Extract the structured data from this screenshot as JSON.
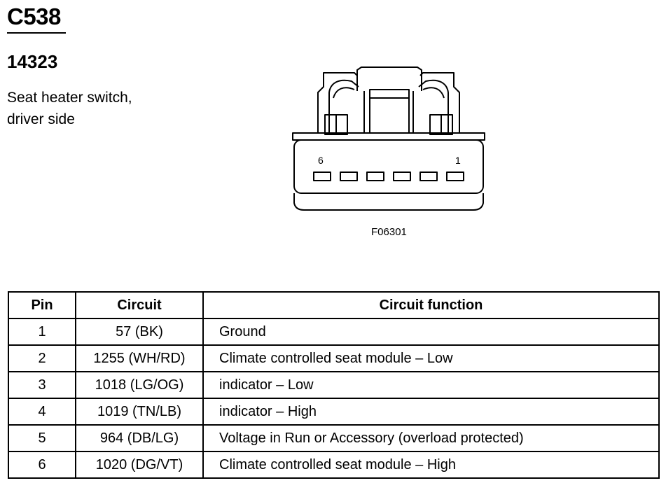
{
  "header": {
    "connector_id": "C538",
    "part_number": "14323",
    "description": "Seat heater switch, driver side"
  },
  "figure": {
    "pin_label_left": "6",
    "pin_label_right": "1",
    "code": "F06301"
  },
  "table": {
    "headers": {
      "pin": "Pin",
      "circuit": "Circuit",
      "function": "Circuit function"
    },
    "rows": [
      {
        "pin": "1",
        "circuit": "57 (BK)",
        "function": "Ground"
      },
      {
        "pin": "2",
        "circuit": "1255 (WH/RD)",
        "function": "Climate controlled seat module – Low"
      },
      {
        "pin": "3",
        "circuit": "1018 (LG/OG)",
        "function": "indicator – Low"
      },
      {
        "pin": "4",
        "circuit": "1019 (TN/LB)",
        "function": "indicator – High"
      },
      {
        "pin": "5",
        "circuit": "964 (DB/LG)",
        "function": "Voltage in Run or Accessory (overload protected)"
      },
      {
        "pin": "6",
        "circuit": "1020 (DG/VT)",
        "function": "Climate controlled seat module – High"
      }
    ]
  }
}
